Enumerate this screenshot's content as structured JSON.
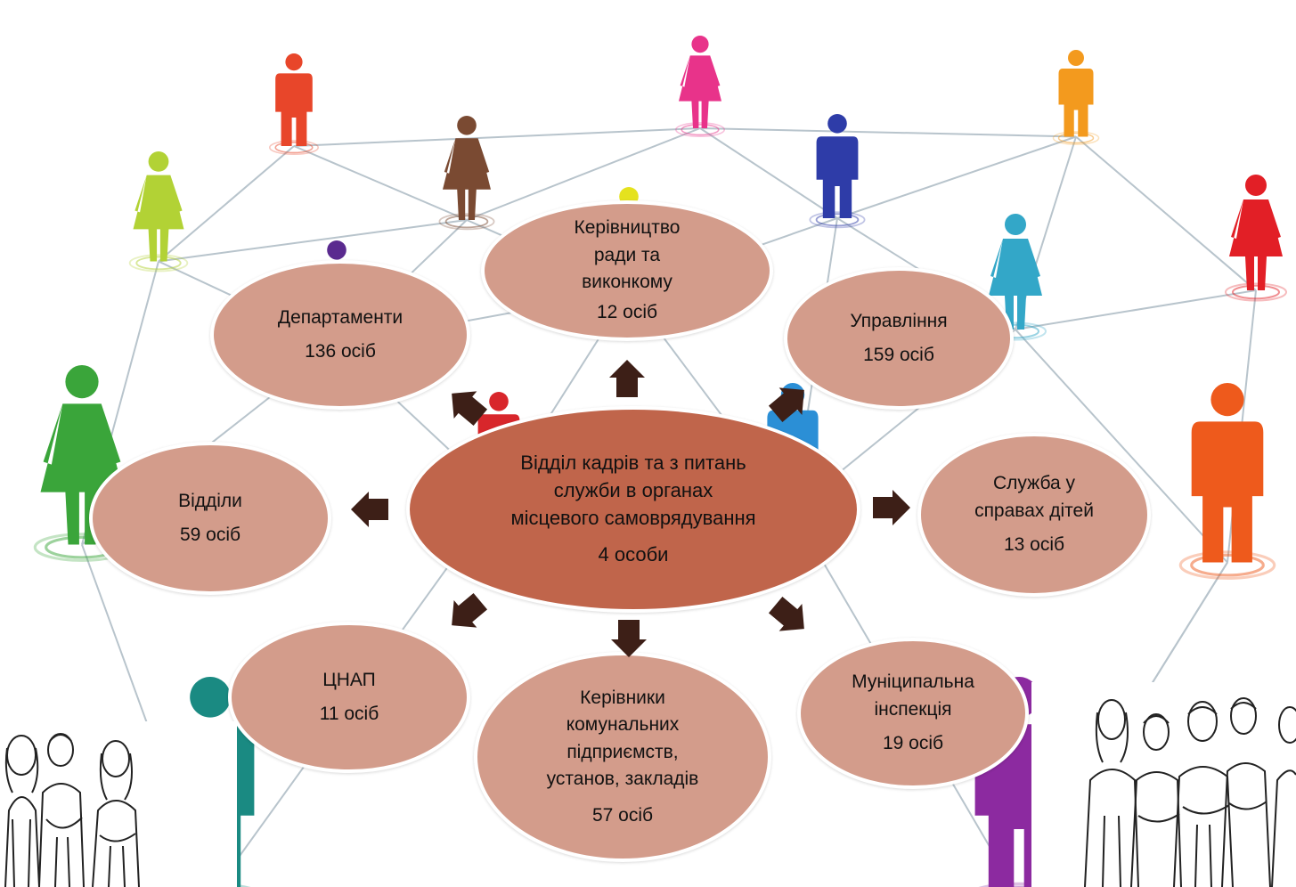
{
  "colors": {
    "bubble_fill": "#d39c8b",
    "center_fill": "#c0654b",
    "arrow": "#3d1f17",
    "border": "#ffffff"
  },
  "center": {
    "name": "Відділ кадрів та з питань\nслужби в органах\nмісцевого самоврядування",
    "count": "4 особи"
  },
  "units": [
    {
      "id": "leadership",
      "name": "Керівництво\nради та\nвиконкому",
      "count": "12 осіб"
    },
    {
      "id": "administrations",
      "name": "Управління",
      "count": "159 осіб"
    },
    {
      "id": "children-service",
      "name": "Служба у\nсправах дітей",
      "count": "13 осіб"
    },
    {
      "id": "municipal-inspection",
      "name": "Муніципальна\nінспекція",
      "count": "19 осіб"
    },
    {
      "id": "enterprise-heads",
      "name": "Керівники\nкомунальних\nпідприємств,\nустанов, закладів",
      "count": "57 осіб"
    },
    {
      "id": "cnap",
      "name": "ЦНАП",
      "count": "11 осіб"
    },
    {
      "id": "divisions",
      "name": "Відділи",
      "count": "59 осіб"
    },
    {
      "id": "departments",
      "name": "Департаменти",
      "count": "136 осіб"
    }
  ],
  "background_figures": [
    {
      "color": "#e8462a",
      "kind": "man"
    },
    {
      "color": "#e8338a",
      "kind": "woman"
    },
    {
      "color": "#f39a1e",
      "kind": "man"
    },
    {
      "color": "#b2d235",
      "kind": "woman"
    },
    {
      "color": "#7a4a32",
      "kind": "woman"
    },
    {
      "color": "#2e3ca8",
      "kind": "man"
    },
    {
      "color": "#e21f26",
      "kind": "woman"
    },
    {
      "color": "#33a7c8",
      "kind": "woman"
    },
    {
      "color": "#e5e21e",
      "kind": "man"
    },
    {
      "color": "#5a2a8f",
      "kind": "man"
    },
    {
      "color": "#3aa53a",
      "kind": "woman"
    },
    {
      "color": "#ee5a1c",
      "kind": "man"
    },
    {
      "color": "#2b8fd6",
      "kind": "man"
    },
    {
      "color": "#1a8a82",
      "kind": "man"
    },
    {
      "color": "#8c2aa0",
      "kind": "man"
    },
    {
      "color": "#d8262b",
      "kind": "man"
    }
  ]
}
